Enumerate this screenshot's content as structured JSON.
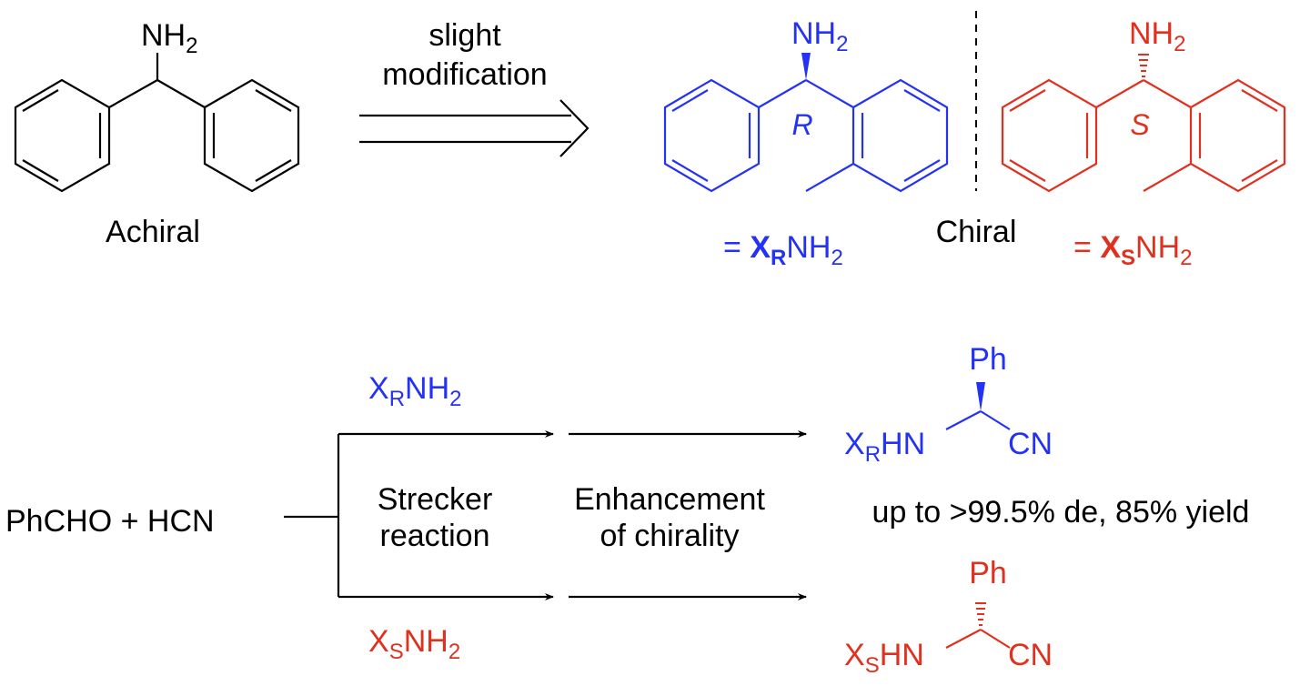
{
  "colors": {
    "black": "#000000",
    "blue": "#2432f5",
    "red": "#e0301e"
  },
  "top": {
    "amine_label": "NH",
    "amine_sub": "2",
    "achiral_label": "Achiral",
    "arrow_line1": "slight",
    "arrow_line2": "modification",
    "chiral_label": "Chiral",
    "blue_amine_label": "NH",
    "blue_amine_sub": "2",
    "blue_stereo": "R",
    "blue_eq_prefix": "= ",
    "blue_eq_x": "X",
    "blue_eq_sub": "R",
    "blue_eq_suffix": "NH",
    "blue_eq_suffix_sub": "2",
    "red_amine_label": "NH",
    "red_amine_sub": "2",
    "red_stereo": "S",
    "red_eq_prefix": "= ",
    "red_eq_x": "X",
    "red_eq_sub": "S",
    "red_eq_suffix": "NH",
    "red_eq_suffix_sub": "2"
  },
  "bottom": {
    "reactants": "PhCHO + HCN",
    "upper_reagent_x": "X",
    "upper_reagent_sub": "R",
    "upper_reagent_rest": "NH",
    "upper_reagent_rest_sub": "2",
    "lower_reagent_x": "X",
    "lower_reagent_sub": "S",
    "lower_reagent_rest": "NH",
    "lower_reagent_rest_sub": "2",
    "step1_line1": "Strecker",
    "step1_line2": "reaction",
    "step2_line1": "Enhancement",
    "step2_line2": "of chirality",
    "result_text": "up to >99.5% de, 85% yield",
    "upper_product_ph": "Ph",
    "upper_product_x": "X",
    "upper_product_sub": "R",
    "upper_product_hn": "HN",
    "upper_product_cn": "CN",
    "lower_product_ph": "Ph",
    "lower_product_x": "X",
    "lower_product_sub": "S",
    "lower_product_hn": "HN",
    "lower_product_cn": "CN"
  }
}
